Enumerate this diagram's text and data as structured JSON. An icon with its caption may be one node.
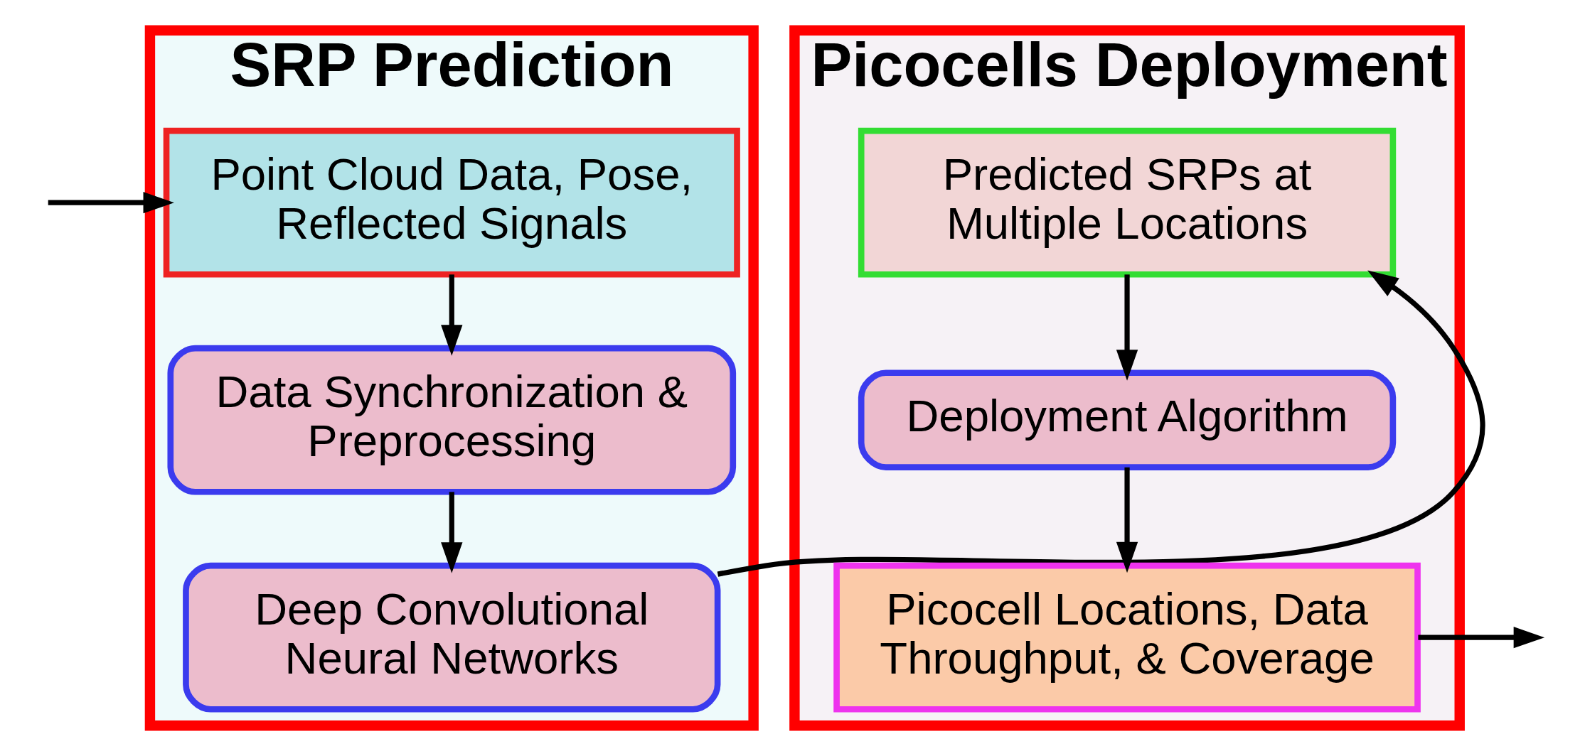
{
  "diagram": {
    "nodes": [
      {
        "text": [
          "SRP Prediction"
        ]
      },
      {
        "text": [
          "Point Cloud Data, Pose, Reflected Signals"
        ],
        "in": 0
      },
      {
        "text": [
          "Data Synchronization & Preprocessing"
        ],
        "in": 0
      },
      {
        "text": [
          "Deep Convolutional Neural Networks"
        ],
        "in": 0
      },
      {
        "text": [
          "Picocells Deployment"
        ]
      },
      {
        "text": [
          "Predicted SRPs at Multiple Locations"
        ],
        "in": 4
      },
      {
        "text": [
          "Deployment Algorithm"
        ],
        "in": 4
      },
      {
        "text": [
          "Picocell Locations, Data Throughput, & Coverage"
        ],
        "in": 4
      }
    ],
    "edges": [
      {
        "from": null,
        "to": 1,
        "arrow": "to"
      },
      {
        "from": 1,
        "to": 2,
        "arrow": "to"
      },
      {
        "from": 2,
        "to": 3,
        "arrow": "to"
      },
      {
        "from": 3,
        "to": 5,
        "arrow": "to"
      },
      {
        "from": 5,
        "to": 6,
        "arrow": "to"
      },
      {
        "from": 6,
        "to": 7,
        "arrow": "to"
      },
      {
        "from": 7,
        "to": null,
        "arrow": "to"
      }
    ]
  }
}
